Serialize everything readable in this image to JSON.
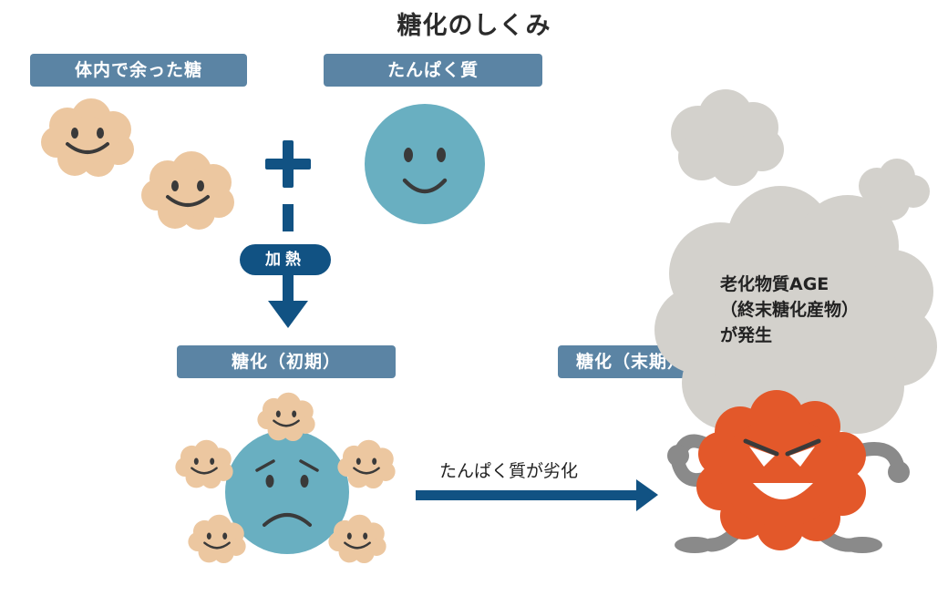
{
  "title": "糖化のしくみ",
  "labels": {
    "excess_sugar": "体内で余った糖",
    "protein": "たんぱく質",
    "heating": "加熱",
    "glycation_early": "糖化（初期）",
    "glycation_late": "糖化（末期）"
  },
  "age_text": {
    "line1": "老化物質AGE",
    "line2": "（終末糖化産物）",
    "line3": "が発生"
  },
  "arrow_text": "たんぱく質が劣化",
  "colors": {
    "label_bg": "#5b84a4",
    "pill_bg": "#115283",
    "arrow": "#115283",
    "sugar_cloud": "#ecc7a0",
    "protein": "#69afc1",
    "smoke": "#d3d1cc",
    "age_monster": "#e3582a"
  }
}
